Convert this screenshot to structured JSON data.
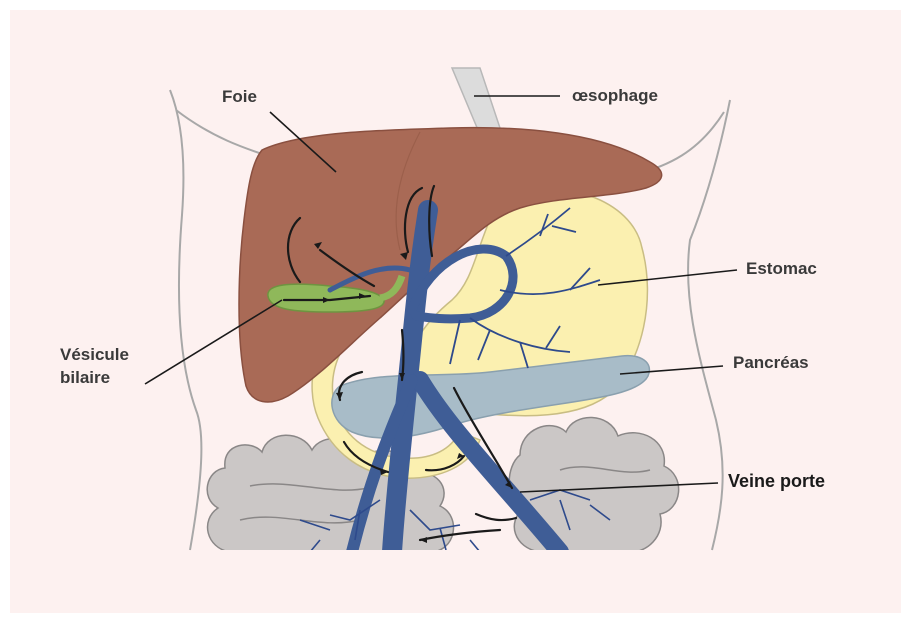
{
  "labels": {
    "foie": "Foie",
    "oesophage": "œsophage",
    "estomac": "Estomac",
    "pancreas": "Pancréas",
    "vesicule_line1": "Vésicule",
    "vesicule_line2": "bilaire",
    "veine_porte": "Veine porte"
  },
  "colors": {
    "background": "#fdf1f0",
    "liver": "#a96a56",
    "stomach": "#fbf0b0",
    "pancreas": "#a8bcc8",
    "gallbladder": "#8fb85a",
    "portal_vein": "#3f5d96",
    "intestine": "#cbc7c6",
    "body_outline": "#a8a8a8"
  }
}
